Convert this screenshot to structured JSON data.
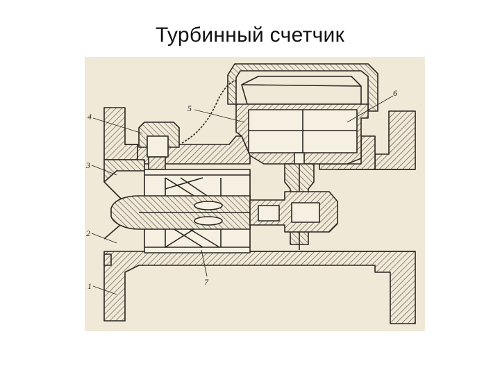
{
  "slide": {
    "title": "Турбинный счетчик"
  },
  "diagram": {
    "callouts": [
      "1",
      "2",
      "3",
      "4",
      "5",
      "6",
      "7"
    ],
    "colors": {
      "paper": "#f1e9d7",
      "ink": "#2a2420",
      "hatch": "#5a4f45"
    }
  }
}
